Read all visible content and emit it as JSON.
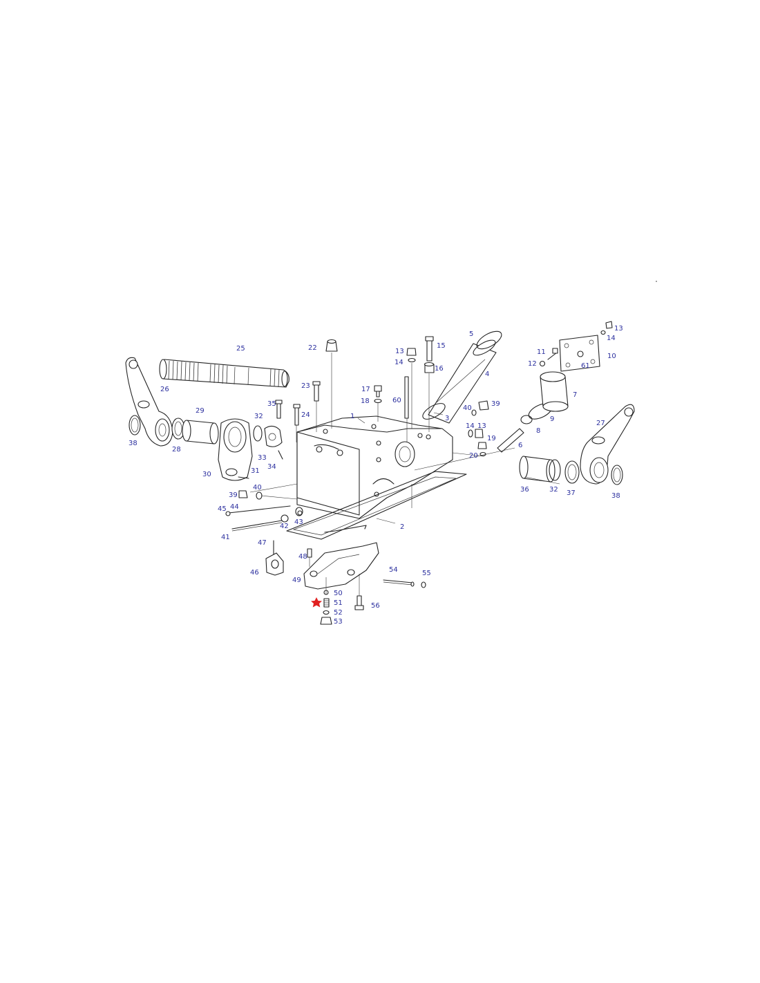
{
  "diagram": {
    "labels": [
      {
        "id": "l1",
        "text": "1"
      },
      {
        "id": "l2",
        "text": "2"
      },
      {
        "id": "l3",
        "text": "3"
      },
      {
        "id": "l4",
        "text": "4"
      },
      {
        "id": "l5",
        "text": "5"
      },
      {
        "id": "l6",
        "text": "6"
      },
      {
        "id": "l7",
        "text": "7"
      },
      {
        "id": "l8",
        "text": "8"
      },
      {
        "id": "l9",
        "text": "9"
      },
      {
        "id": "l10",
        "text": "10"
      },
      {
        "id": "l11",
        "text": "11"
      },
      {
        "id": "l12",
        "text": "12"
      },
      {
        "id": "l13a",
        "text": "13"
      },
      {
        "id": "l13b",
        "text": "13"
      },
      {
        "id": "l13c",
        "text": "13"
      },
      {
        "id": "l14a",
        "text": "14"
      },
      {
        "id": "l14b",
        "text": "14"
      },
      {
        "id": "l14c",
        "text": "14"
      },
      {
        "id": "l15",
        "text": "15"
      },
      {
        "id": "l16",
        "text": "16"
      },
      {
        "id": "l17",
        "text": "17"
      },
      {
        "id": "l18",
        "text": "18"
      },
      {
        "id": "l19",
        "text": "19"
      },
      {
        "id": "l20",
        "text": "20"
      },
      {
        "id": "l22",
        "text": "22"
      },
      {
        "id": "l23",
        "text": "23"
      },
      {
        "id": "l24",
        "text": "24"
      },
      {
        "id": "l25",
        "text": "25"
      },
      {
        "id": "l26",
        "text": "26"
      },
      {
        "id": "l27",
        "text": "27"
      },
      {
        "id": "l28",
        "text": "28"
      },
      {
        "id": "l29",
        "text": "29"
      },
      {
        "id": "l30",
        "text": "30"
      },
      {
        "id": "l31",
        "text": "31"
      },
      {
        "id": "l32a",
        "text": "32"
      },
      {
        "id": "l32b",
        "text": "32"
      },
      {
        "id": "l33",
        "text": "33"
      },
      {
        "id": "l34",
        "text": "34"
      },
      {
        "id": "l35",
        "text": "35"
      },
      {
        "id": "l36",
        "text": "36"
      },
      {
        "id": "l37",
        "text": "37"
      },
      {
        "id": "l38a",
        "text": "38"
      },
      {
        "id": "l38b",
        "text": "38"
      },
      {
        "id": "l39a",
        "text": "39"
      },
      {
        "id": "l39b",
        "text": "39"
      },
      {
        "id": "l40a",
        "text": "40"
      },
      {
        "id": "l40b",
        "text": "40"
      },
      {
        "id": "l41",
        "text": "41"
      },
      {
        "id": "l42",
        "text": "42"
      },
      {
        "id": "l43",
        "text": "43"
      },
      {
        "id": "l44",
        "text": "44"
      },
      {
        "id": "l45",
        "text": "45"
      },
      {
        "id": "l46",
        "text": "46"
      },
      {
        "id": "l47",
        "text": "47"
      },
      {
        "id": "l48",
        "text": "48"
      },
      {
        "id": "l49",
        "text": "49"
      },
      {
        "id": "l50",
        "text": "50"
      },
      {
        "id": "l51",
        "text": "51"
      },
      {
        "id": "l52",
        "text": "52"
      },
      {
        "id": "l53",
        "text": "53"
      },
      {
        "id": "l54",
        "text": "54"
      },
      {
        "id": "l55",
        "text": "55"
      },
      {
        "id": "l56",
        "text": "56"
      },
      {
        "id": "l60",
        "text": "60"
      },
      {
        "id": "l61",
        "text": "61"
      }
    ],
    "highlight_marker": {
      "part": "51",
      "color": "#e02020",
      "icon": "star-marker"
    },
    "label_color": "#2b2f9e",
    "line_color": "#222222"
  }
}
